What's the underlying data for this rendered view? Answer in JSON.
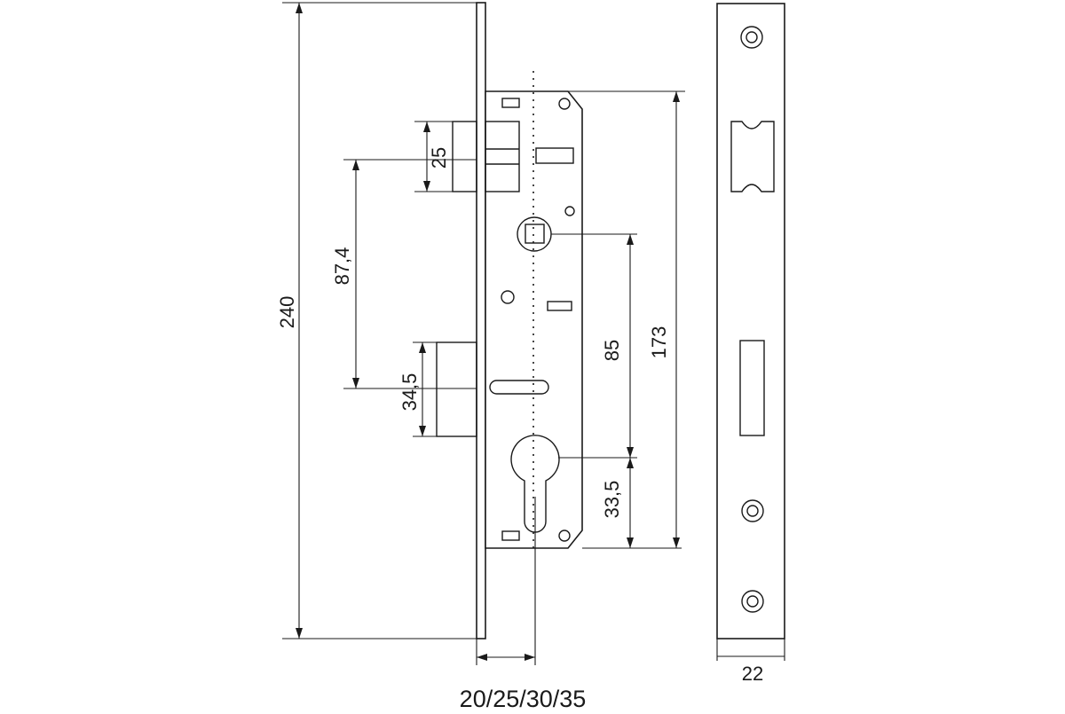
{
  "diagram": {
    "dimensions": {
      "overall_height": "240",
      "bolt_height": "25",
      "bolt_spacing": "87,4",
      "latch_height": "34,5",
      "handle_to_cylinder": "85",
      "case_height": "173",
      "cylinder_to_bottom": "33,5",
      "faceplate_width": "22",
      "backset_options": "20/25/30/35"
    },
    "colors": {
      "stroke": "#1a1a1a",
      "background": "#ffffff"
    }
  }
}
